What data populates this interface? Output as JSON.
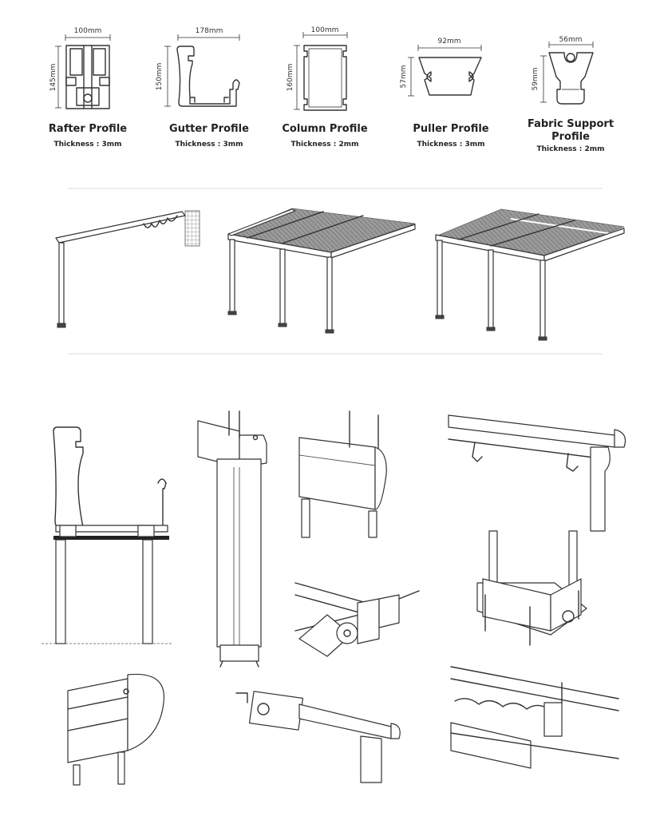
{
  "profiles": [
    {
      "title": "Rafter Profile",
      "title_line2": "",
      "thickness": "Thickness : 3mm",
      "width": "100mm",
      "height": "145mm"
    },
    {
      "title": "Gutter Profile",
      "title_line2": "",
      "thickness": "Thickness : 3mm",
      "width": "178mm",
      "height": "150mm"
    },
    {
      "title": "Column Profile",
      "title_line2": "",
      "thickness": "Thickness : 2mm",
      "width": "100mm",
      "height": "160mm"
    },
    {
      "title": "Puller Profile",
      "title_line2": "",
      "thickness": "Thickness : 3mm",
      "width": "92mm",
      "height": "57mm"
    },
    {
      "title": "Fabric Support",
      "title_line2": "Profile",
      "thickness": "Thickness : 2mm",
      "width": "56mm",
      "height": "59mm"
    }
  ]
}
